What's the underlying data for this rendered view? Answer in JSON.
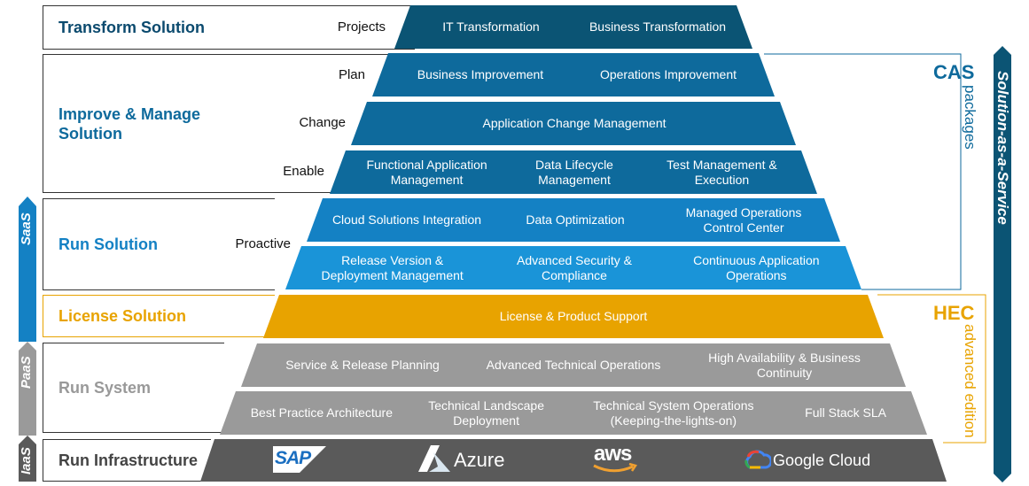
{
  "categories": {
    "transform": "Transform Solution",
    "improve": "Improve & Manage Solution",
    "run_solution": "Run Solution",
    "license": "License Solution",
    "run_system": "Run System",
    "run_infrastructure": "Run Infrastructure"
  },
  "sublabels": {
    "projects": "Projects",
    "plan": "Plan",
    "change": "Change",
    "enable": "Enable",
    "proactive": "Proactive"
  },
  "layers": {
    "transform": [
      "IT Transformation",
      "Business Transformation"
    ],
    "plan": [
      "Business Improvement",
      "Operations Improvement"
    ],
    "change": [
      "Application Change Management"
    ],
    "enable": [
      "Functional Application Management",
      "Data Lifecycle Management",
      "Test Management & Execution"
    ],
    "proactive1": [
      "Cloud Solutions Integration",
      "Data Optimization",
      "Managed Operations Control Center"
    ],
    "proactive2": [
      "Release Version & Deployment Management",
      "Advanced Security & Compliance",
      "Continuous Application Operations"
    ],
    "license": [
      "License & Product Support"
    ],
    "system1": [
      "Service & Release Planning",
      "Advanced Technical Operations",
      "High Availability & Business Continuity"
    ],
    "system2": [
      "Best Practice Architecture",
      "Technical Landscape Deployment",
      "Technical System Operations (Keeping-the-lights-on)",
      "Full Stack SLA"
    ]
  },
  "infra_logos": {
    "sap": "SAP",
    "azure": "Azure",
    "aws": "aws",
    "google": "Google Cloud"
  },
  "right_labels": {
    "cas": "CAS",
    "cas_sub": "packages",
    "hec": "HEC",
    "hec_sub": "advanced edition",
    "solution_service": "Solution-as-a-Service"
  },
  "left_arrows": {
    "saas": "SaaS",
    "paas": "PaaS",
    "iaas": "IaaS"
  },
  "colors": {
    "dark_teal": "#0b5474",
    "mid_blue": "#0e6a9c",
    "blue": "#1481c4",
    "light_blue": "#1a94d8",
    "orange": "#e8a300",
    "gray": "#9a9a9a",
    "dark_gray": "#5a5a5a"
  }
}
